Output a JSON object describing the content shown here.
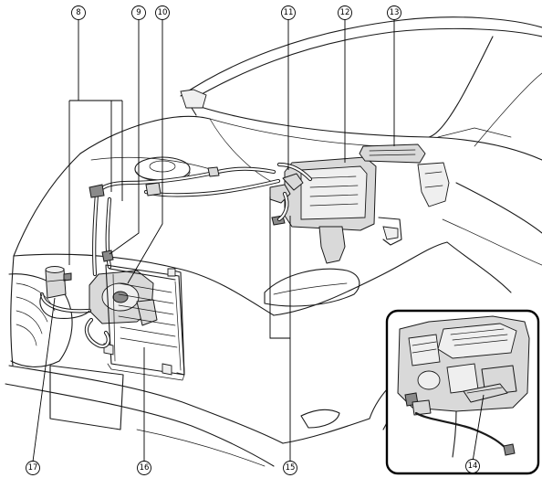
{
  "callouts": [
    {
      "id": "c8",
      "label": "8"
    },
    {
      "id": "c9",
      "label": "9"
    },
    {
      "id": "c10",
      "label": "10"
    },
    {
      "id": "c11",
      "label": "11"
    },
    {
      "id": "c12",
      "label": "12"
    },
    {
      "id": "c13",
      "label": "13"
    },
    {
      "id": "c14",
      "label": "14"
    },
    {
      "id": "c15",
      "label": "15"
    },
    {
      "id": "c16",
      "label": "16"
    },
    {
      "id": "c17",
      "label": "17"
    }
  ]
}
